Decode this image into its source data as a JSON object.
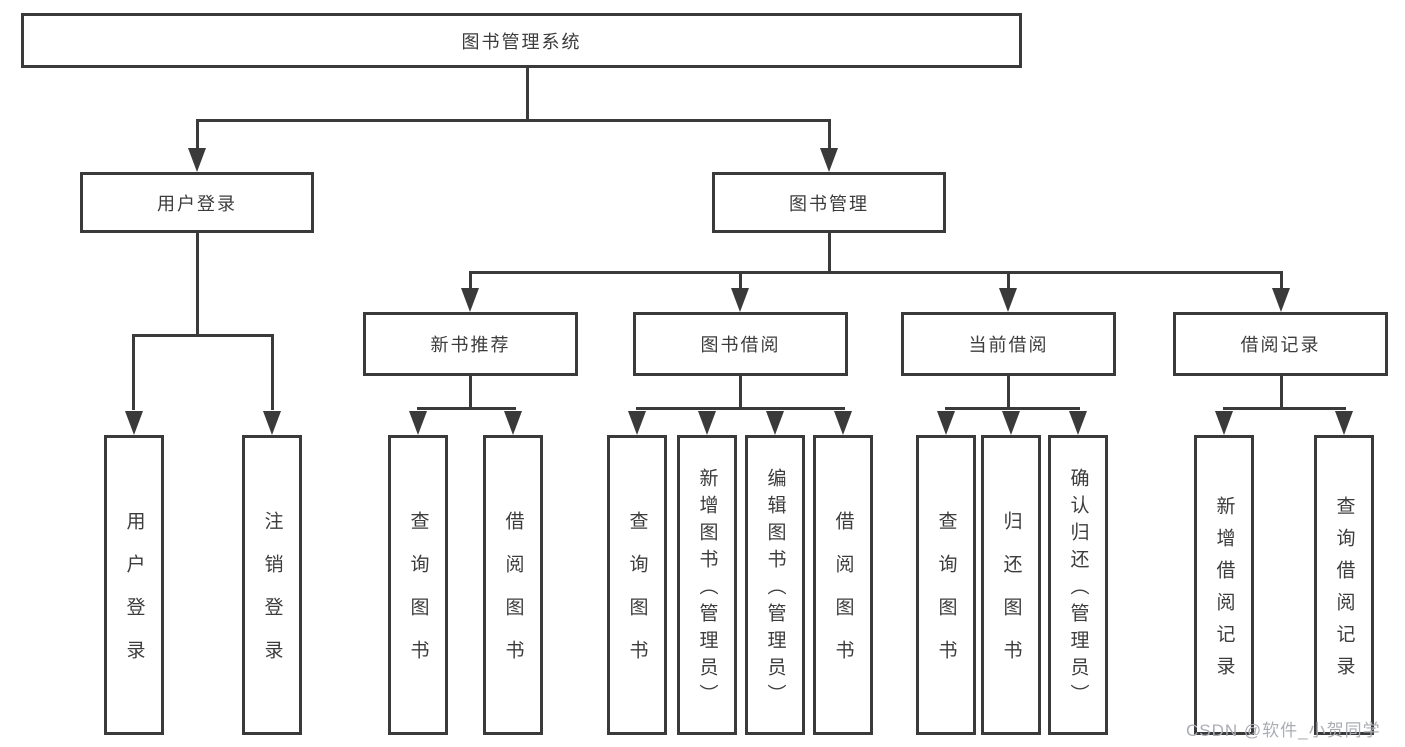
{
  "tree": {
    "label": "图书管理系统",
    "children": [
      {
        "label": "用户登录",
        "children": [
          {
            "label": "用户登录"
          },
          {
            "label": "注销登录"
          }
        ]
      },
      {
        "label": "图书管理",
        "children": [
          {
            "label": "新书推荐",
            "children": [
              {
                "label": "查询图书"
              },
              {
                "label": "借阅图书"
              }
            ]
          },
          {
            "label": "图书借阅",
            "children": [
              {
                "label": "查询图书"
              },
              {
                "label": "新增图书（管理员）"
              },
              {
                "label": "编辑图书（管理员）"
              },
              {
                "label": "借阅图书"
              }
            ]
          },
          {
            "label": "当前借阅",
            "children": [
              {
                "label": "查询图书"
              },
              {
                "label": "归还图书"
              },
              {
                "label": "确认归还（管理员）"
              }
            ]
          },
          {
            "label": "借阅记录",
            "children": [
              {
                "label": "新增借阅记录"
              },
              {
                "label": "查询借阅记录"
              }
            ]
          }
        ]
      }
    ]
  },
  "watermark": "CSDN @软件_小贺同学",
  "colors": {
    "line": "#3a3a3a",
    "text": "#3c3c3c",
    "watermark": "#aaadb3"
  }
}
